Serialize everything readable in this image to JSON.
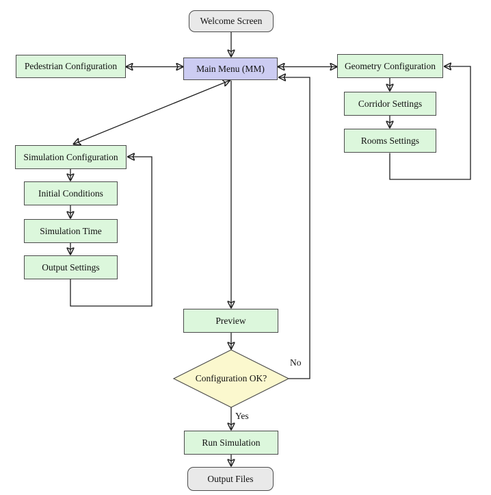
{
  "diagram": {
    "kind": "flowchart",
    "colors": {
      "process_fill": "#dcf7dc",
      "menu_fill": "#ccccf2",
      "decision_fill": "#fbf8ce",
      "terminator_fill": "#e9e9e9",
      "node_border": "#4a4a4a",
      "edge_line": "#1c1c1c",
      "text": "#111111",
      "background": "#ffffff"
    },
    "nodes": {
      "welcome": {
        "label": "Welcome Screen",
        "type": "terminator"
      },
      "main_menu": {
        "label": "Main Menu (MM)",
        "type": "menu"
      },
      "pedestrian_config": {
        "label": "Pedestrian Configuration",
        "type": "process"
      },
      "geometry_config": {
        "label": "Geometry Configuration",
        "type": "process"
      },
      "corridor_settings": {
        "label": "Corridor Settings",
        "type": "process"
      },
      "rooms_settings": {
        "label": "Rooms Settings",
        "type": "process"
      },
      "simulation_config": {
        "label": "Simulation Configuration",
        "type": "process"
      },
      "initial_conditions": {
        "label": "Initial Conditions",
        "type": "process"
      },
      "simulation_time": {
        "label": "Simulation Time",
        "type": "process"
      },
      "output_settings": {
        "label": "Output Settings",
        "type": "process"
      },
      "preview": {
        "label": "Preview",
        "type": "process"
      },
      "config_ok": {
        "label": "Configuration OK?",
        "type": "decision"
      },
      "run_simulation": {
        "label": "Run Simulation",
        "type": "process"
      },
      "output_files": {
        "label": "Output Files",
        "type": "terminator"
      }
    },
    "edge_labels": {
      "no": "No",
      "yes": "Yes"
    },
    "edges": [
      {
        "from": "welcome",
        "to": "main_menu",
        "style": "arrow"
      },
      {
        "from": "pedestrian_config",
        "to": "main_menu",
        "style": "double-arrow"
      },
      {
        "from": "main_menu",
        "to": "geometry_config",
        "style": "double-arrow"
      },
      {
        "from": "geometry_config",
        "to": "corridor_settings",
        "style": "arrow"
      },
      {
        "from": "corridor_settings",
        "to": "rooms_settings",
        "style": "arrow"
      },
      {
        "from": "rooms_settings",
        "to": "geometry_config",
        "style": "elbow-return-arrow"
      },
      {
        "from": "main_menu",
        "to": "simulation_config",
        "style": "double-arrow"
      },
      {
        "from": "simulation_config",
        "to": "initial_conditions",
        "style": "arrow"
      },
      {
        "from": "initial_conditions",
        "to": "simulation_time",
        "style": "arrow"
      },
      {
        "from": "simulation_time",
        "to": "output_settings",
        "style": "arrow"
      },
      {
        "from": "output_settings",
        "to": "simulation_config",
        "style": "elbow-return-arrow"
      },
      {
        "from": "main_menu",
        "to": "preview",
        "style": "arrow"
      },
      {
        "from": "preview",
        "to": "config_ok",
        "style": "arrow"
      },
      {
        "from": "config_ok",
        "to": "main_menu",
        "style": "elbow-return-arrow",
        "label": "No"
      },
      {
        "from": "config_ok",
        "to": "run_simulation",
        "style": "arrow",
        "label": "Yes"
      },
      {
        "from": "run_simulation",
        "to": "output_files",
        "style": "arrow"
      }
    ]
  }
}
